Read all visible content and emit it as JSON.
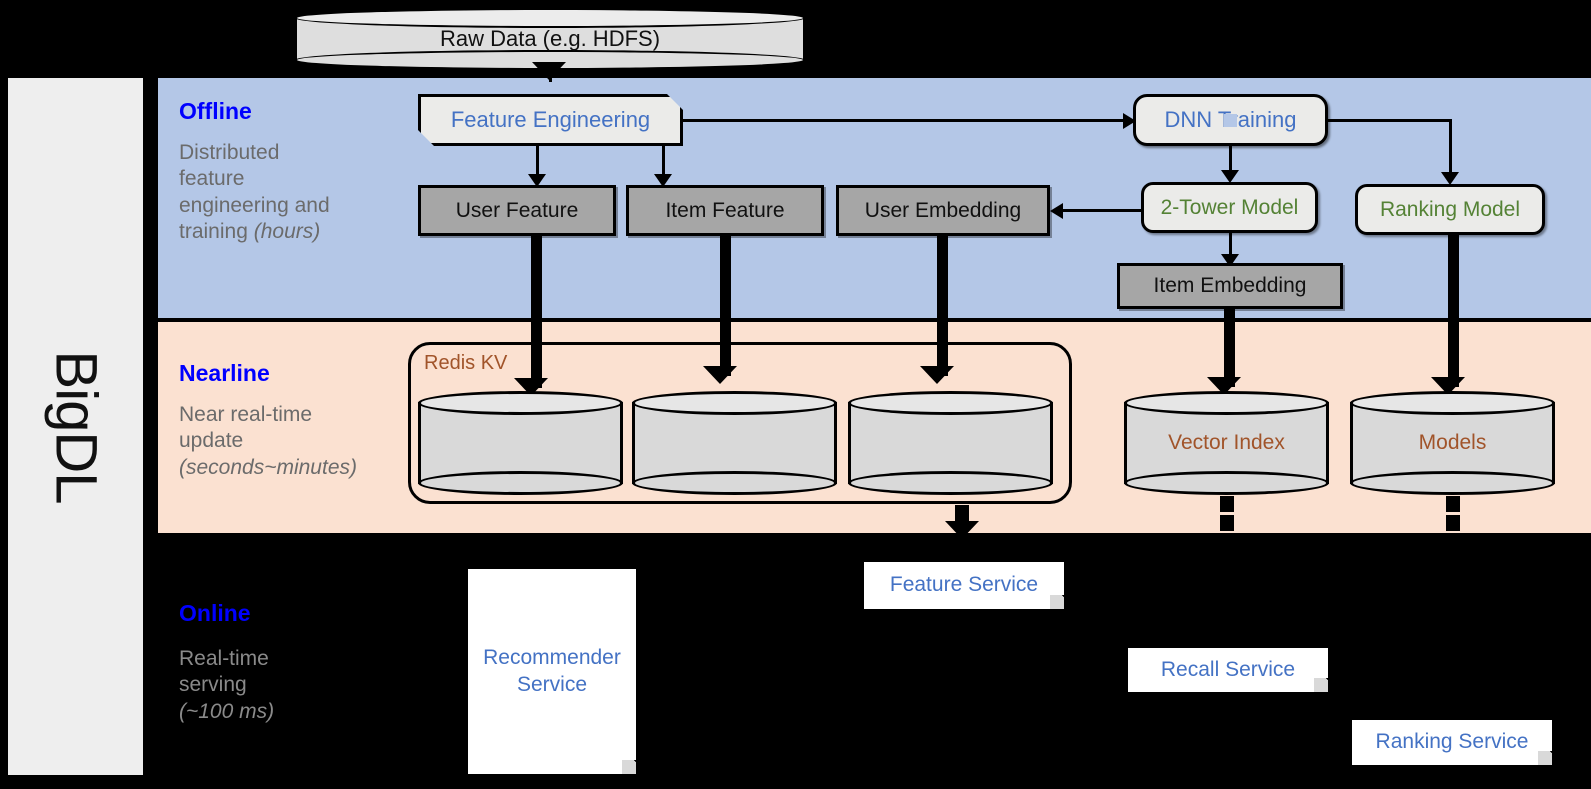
{
  "sidebar": {
    "label": "BigDL"
  },
  "top_source": {
    "label": "Raw Data (e.g. HDFS)",
    "icon": "cylinder-database-icon"
  },
  "bands": {
    "offline": {
      "title": "Offline",
      "subtitle_line1": "Distributed",
      "subtitle_line2": "feature",
      "subtitle_line3": "engineering and",
      "subtitle_line4_plain": "training ",
      "subtitle_line4_italic": "(hours)"
    },
    "nearline": {
      "title": "Nearline",
      "subtitle_line1": "Near real-time",
      "subtitle_line2": "update",
      "subtitle_line3_italic": "(seconds~minutes)"
    },
    "online": {
      "title": "Online",
      "subtitle_line1": "Real-time",
      "subtitle_line2": "serving",
      "subtitle_line3_italic": "(~100 ms)"
    }
  },
  "offline_nodes": {
    "feature_engineering": "Feature Engineering",
    "dnn_training": "DNN Training",
    "user_feature": "User Feature",
    "item_feature": "Item Feature",
    "user_embedding": "User Embedding",
    "two_tower_model": "2-Tower Model",
    "ranking_model": "Ranking Model",
    "item_embedding": "Item Embedding"
  },
  "nearline_nodes": {
    "redis_kv": "Redis KV",
    "store_user_feature": "",
    "store_item_feature": "",
    "store_user_embedding": "",
    "vector_index": "Vector Index",
    "models": "Models"
  },
  "online_nodes": {
    "recommender_service": "Recommender Service",
    "feature_service": "Feature Service",
    "recall_service": "Recall Service",
    "ranking_service": "Ranking Service"
  },
  "colors": {
    "offline_band": "#b4c7e7",
    "nearline_band": "#fbe1d1",
    "online_band": "#000000",
    "band_title": "#0000ff",
    "band_subtitle": "#6b6b6b",
    "blue_text": "#4472c4",
    "green_text": "#548235",
    "brown_text": "#a1542a",
    "gray_box": "#a6a6a6",
    "light_box": "#ebebe9",
    "cylinder": "#d9d9d9",
    "sidebar": "#eeeeee"
  }
}
